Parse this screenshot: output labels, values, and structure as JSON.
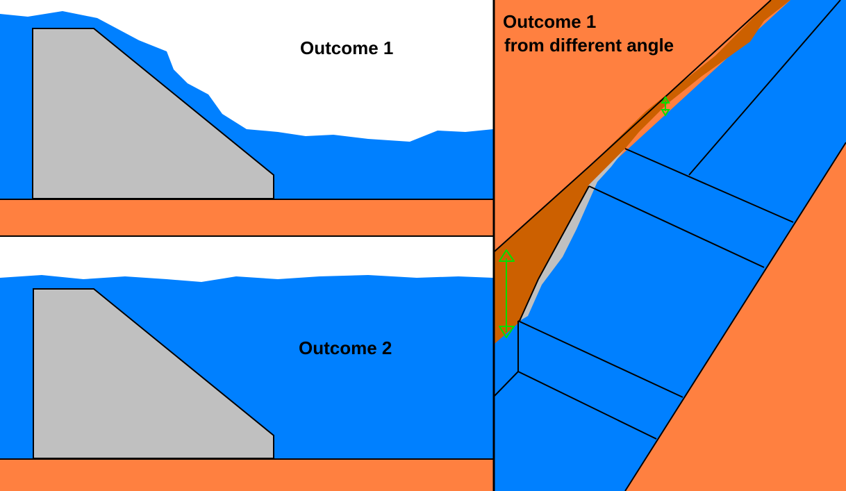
{
  "labels": {
    "outcome_1": "Outcome 1",
    "outcome_2": "Outcome 2",
    "angle_view_line1": "Outcome 1",
    "angle_view_line2": "from different angle"
  },
  "colors": {
    "water": "#0080ff",
    "ground": "#ff8040",
    "silt": "#cc6000",
    "dam": "#c0c0c0",
    "sky": "#ffffff",
    "arrow": "#00e000",
    "outline": "#000000"
  }
}
